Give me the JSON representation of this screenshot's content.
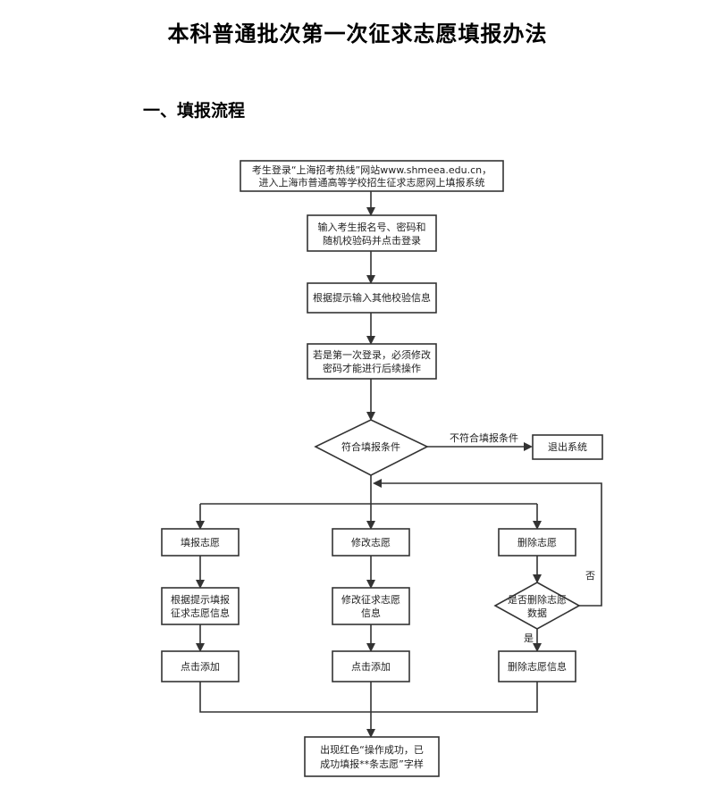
{
  "title": "本科普通批次第一次征求志愿填报办法",
  "section_heading": "一、填报流程",
  "flowchart": {
    "nodes": {
      "login": [
        "考生登录“上海招考热线”网站www.shmeea.edu.cn，",
        "进入上海市普通高等学校招生征求志愿网上填报系统"
      ],
      "input_id": [
        "输入考生报名号、密码和",
        "随机校验码并点击登录"
      ],
      "verify": [
        "根据提示输入其他校验信息"
      ],
      "first_login": [
        "若是第一次登录，必须修改",
        "密码才能进行后续操作"
      ],
      "condition": [
        "符合填报条件"
      ],
      "exit": [
        "退出系统"
      ],
      "fill": [
        "填报志愿"
      ],
      "modify": [
        "修改志愿"
      ],
      "delete": [
        "删除志愿"
      ],
      "fill_info": [
        "根据提示填报",
        "征求志愿信息"
      ],
      "modify_info": [
        "修改征求志愿",
        "信息"
      ],
      "confirm_delete": [
        "是否删除志愿",
        "数据"
      ],
      "add1": [
        "点击添加"
      ],
      "add2": [
        "点击添加"
      ],
      "delete_info": [
        "删除志愿信息"
      ],
      "success": [
        "出现红色“操作成功，已",
        "成功填报**条志愿”字样"
      ]
    },
    "edge_labels": {
      "not_eligible": "不符合填报条件",
      "no": "否",
      "yes": "是"
    }
  }
}
